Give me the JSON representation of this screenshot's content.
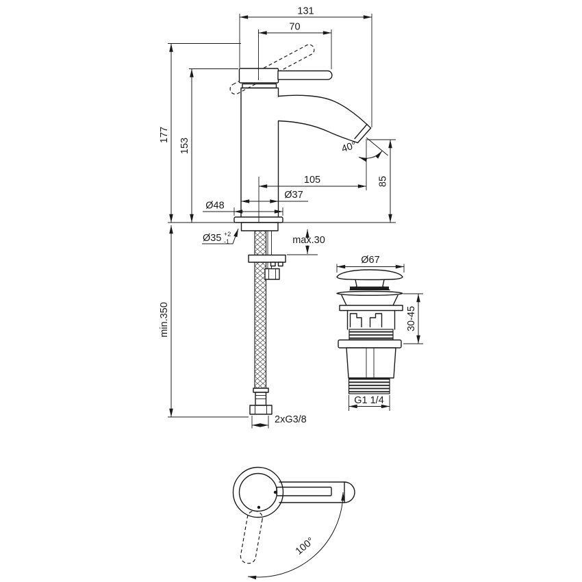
{
  "drawing": {
    "background": "#ffffff",
    "line_color": "#1a1a1a",
    "type": "faucet installation dimension drawing"
  },
  "side_view": {
    "total_width": "131",
    "handle_reach": "70",
    "raised_handle_height": "177",
    "body_height": "153",
    "spout_reach": "105",
    "spout_outlet_height": "85",
    "spout_angle": "40°",
    "flange_diameter": "Ø48",
    "body_diameter": "Ø37",
    "hole_diameter": "Ø35",
    "hole_tolerance_plus": "+2",
    "hole_tolerance_minus": "-1",
    "deck_thickness_max": "max.30",
    "hose_length_min": "min.350",
    "supply_thread": "2xG3/8"
  },
  "drain_view": {
    "cap_diameter": "Ø67",
    "clamping_range": "30-45",
    "drain_thread": "G1 1/4"
  },
  "top_view": {
    "handle_swing_angle": "100°"
  }
}
